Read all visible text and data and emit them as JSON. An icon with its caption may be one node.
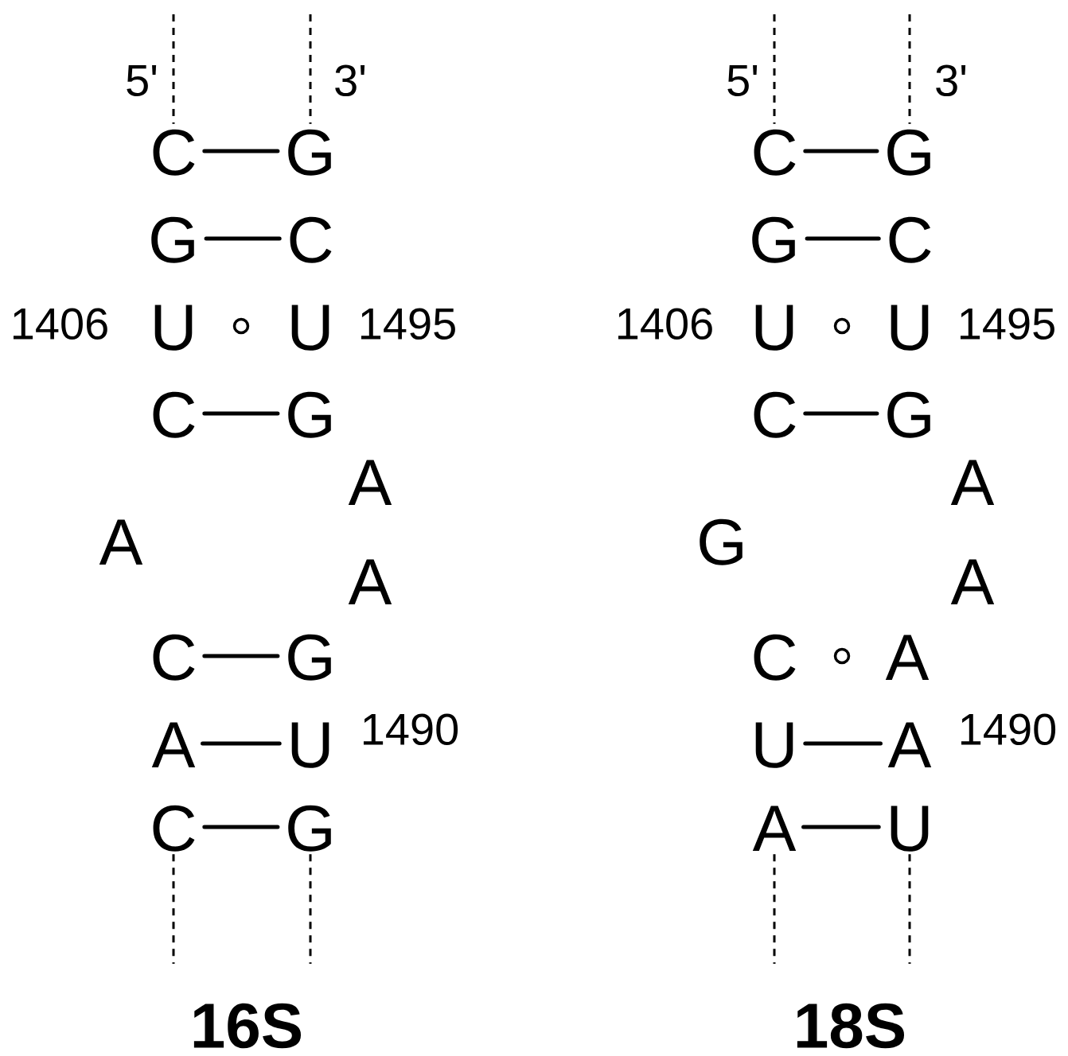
{
  "diagram": {
    "nodes": [
      {
        "text": [
          "C"
        ]
      },
      {
        "text": [
          "G"
        ]
      },
      {
        "text": [
          "G"
        ]
      },
      {
        "text": [
          "C"
        ]
      },
      {
        "text": [
          "U"
        ],
        "beside": [
          "1406"
        ]
      },
      {
        "text": [],
        "shape": "circle"
      },
      {
        "text": [
          "U"
        ],
        "beside": [
          "1495"
        ]
      },
      {
        "text": [
          "C"
        ]
      },
      {
        "text": [
          "G"
        ]
      },
      {
        "text": [
          "A"
        ]
      },
      {
        "text": [
          "A"
        ]
      },
      {
        "text": [
          "A"
        ]
      },
      {
        "text": [
          "C"
        ]
      },
      {
        "text": [
          "G"
        ]
      },
      {
        "text": [
          "A"
        ]
      },
      {
        "text": [
          "U"
        ],
        "beside": [
          "1490"
        ]
      },
      {
        "text": [
          "C"
        ]
      },
      {
        "text": [
          "G"
        ]
      },
      {
        "text": [
          "C"
        ]
      },
      {
        "text": [
          "G"
        ]
      },
      {
        "text": [
          "G"
        ]
      },
      {
        "text": [
          "C"
        ]
      },
      {
        "text": [
          "U"
        ],
        "beside": [
          "1406"
        ]
      },
      {
        "text": [],
        "shape": "circle"
      },
      {
        "text": [
          "U"
        ],
        "beside": [
          "1495"
        ]
      },
      {
        "text": [
          "C"
        ]
      },
      {
        "text": [
          "G"
        ]
      },
      {
        "text": [
          "A"
        ]
      },
      {
        "text": [
          "G"
        ]
      },
      {
        "text": [
          "A"
        ]
      },
      {
        "text": [
          "C"
        ]
      },
      {
        "text": [],
        "shape": "circle"
      },
      {
        "text": [
          "A"
        ]
      },
      {
        "text": [
          "U"
        ]
      },
      {
        "text": [
          "A"
        ],
        "beside": [
          "1490"
        ]
      },
      {
        "text": [
          "A"
        ]
      },
      {
        "text": [
          "U"
        ]
      }
    ],
    "edges": [
      {
        "from": null,
        "to": 0,
        "arrow": "none",
        "style": "dashed"
      },
      {
        "from": null,
        "to": 1,
        "arrow": "none",
        "style": "dashed"
      },
      {
        "from": 0,
        "to": 1,
        "arrow": "none"
      },
      {
        "from": 2,
        "to": 3,
        "arrow": "none"
      },
      {
        "from": 7,
        "to": 8,
        "arrow": "none"
      },
      {
        "from": 12,
        "to": 13,
        "arrow": "none"
      },
      {
        "from": 14,
        "to": 15,
        "arrow": "none"
      },
      {
        "from": 16,
        "to": 17,
        "arrow": "none"
      },
      {
        "from": 16,
        "to": null,
        "arrow": "none",
        "style": "dashed"
      },
      {
        "from": 17,
        "to": null,
        "arrow": "none",
        "style": "dashed"
      },
      {
        "from": null,
        "to": 18,
        "arrow": "none",
        "style": "dashed"
      },
      {
        "from": null,
        "to": 19,
        "arrow": "none",
        "style": "dashed"
      },
      {
        "from": 18,
        "to": 19,
        "arrow": "none"
      },
      {
        "from": 20,
        "to": 21,
        "arrow": "none"
      },
      {
        "from": 25,
        "to": 26,
        "arrow": "none"
      },
      {
        "from": 33,
        "to": 34,
        "arrow": "none"
      },
      {
        "from": 35,
        "to": 36,
        "arrow": "none"
      },
      {
        "from": 35,
        "to": null,
        "arrow": "none",
        "style": "dashed"
      },
      {
        "from": 36,
        "to": null,
        "arrow": "none",
        "style": "dashed"
      }
    ],
    "labels": [
      "5'",
      "3'",
      "16S",
      "5'",
      "3'",
      "18S"
    ]
  }
}
